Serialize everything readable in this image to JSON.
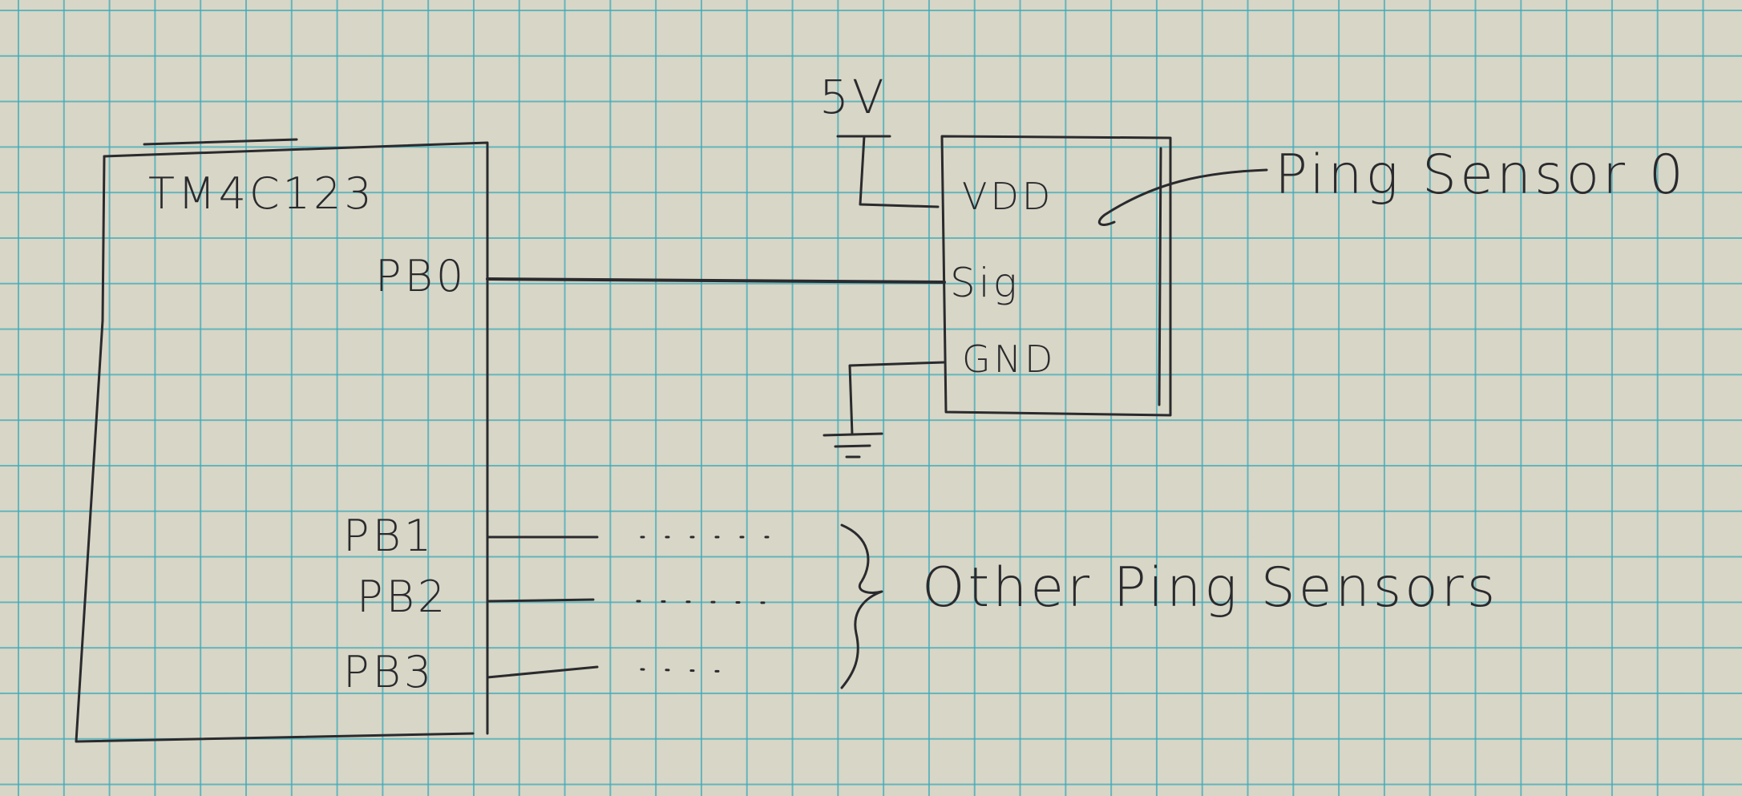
{
  "microcontroller": {
    "name": "TM4C123",
    "pins": [
      "PB0",
      "PB1",
      "PB2",
      "PB3"
    ]
  },
  "power": {
    "supply_label": "5V"
  },
  "sensor0": {
    "pins": [
      "VDD",
      "Sig",
      "GND"
    ],
    "callout": "Ping Sensor 0"
  },
  "other_sensors": {
    "label": "Other Ping Sensors"
  },
  "ink_color": "#2a2a2e",
  "grid_color": "#3caab9"
}
